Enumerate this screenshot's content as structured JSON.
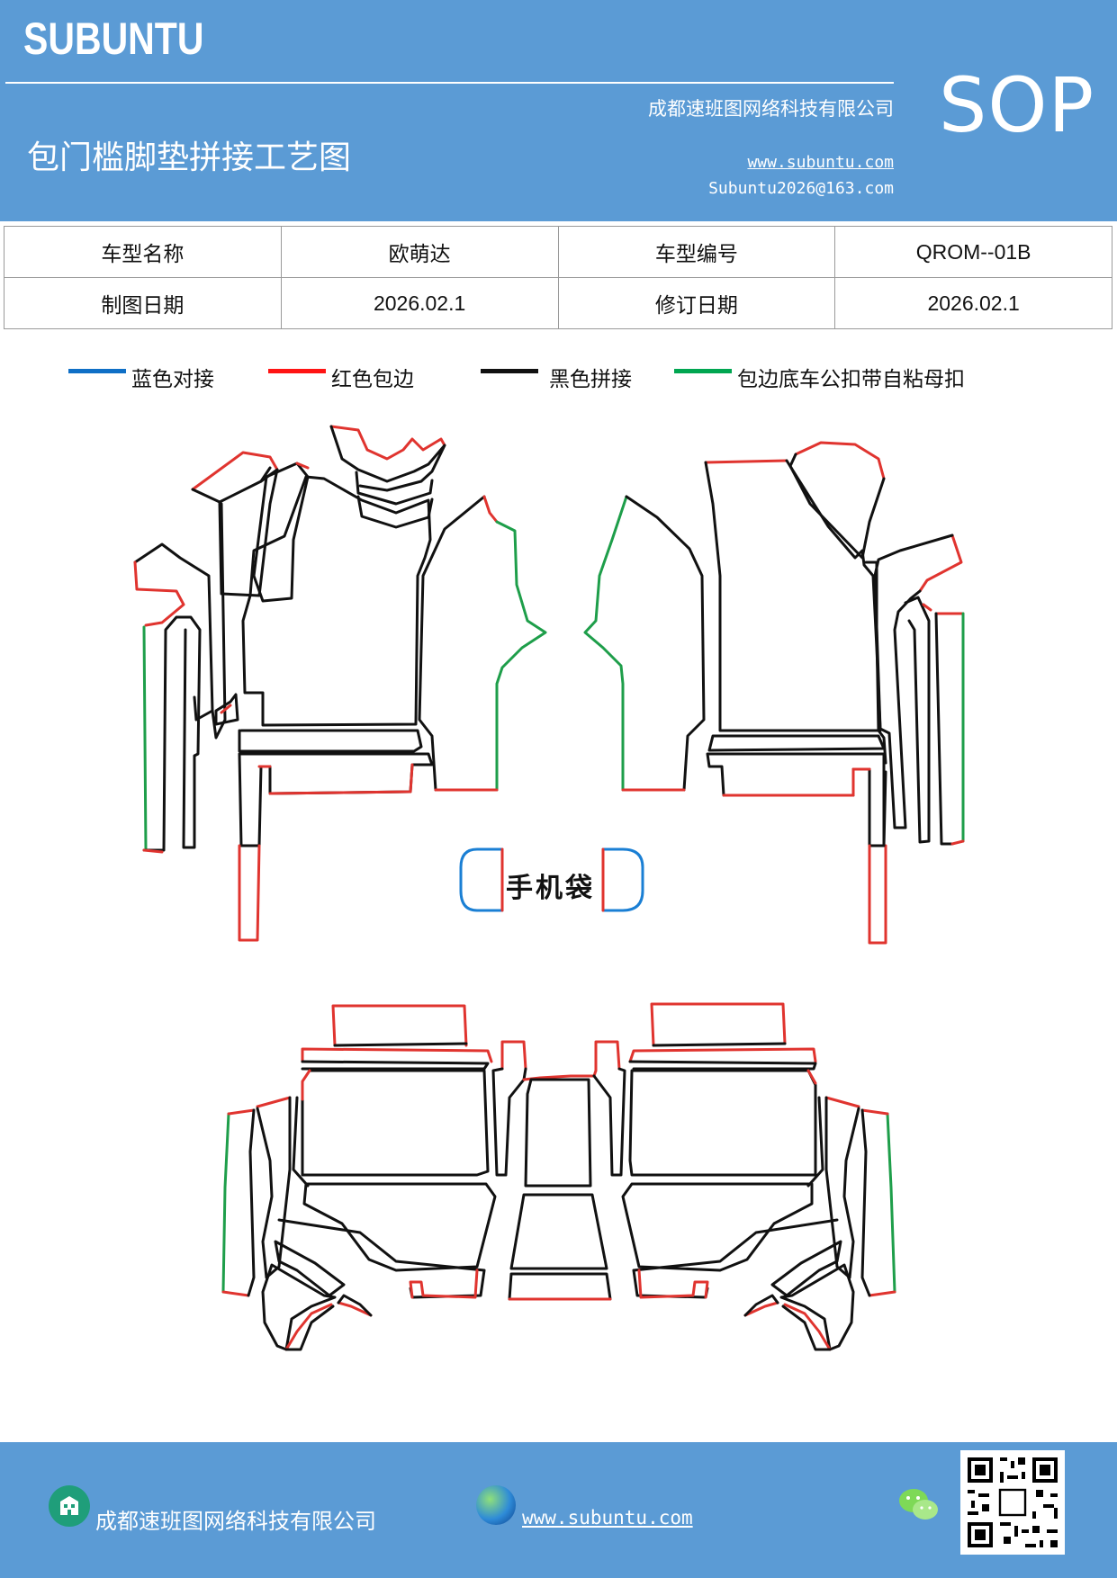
{
  "brand_color": "#5b9bd5",
  "header": {
    "logo": "SUBUNTU",
    "company": "成都速班图网络科技有限公司",
    "title": "包门槛脚垫拼接工艺图",
    "website": "www.subuntu.com",
    "email": "Subuntu2026@163.com",
    "sop": "SOP"
  },
  "info": {
    "row1": {
      "label1": "车型名称",
      "value1": "欧萌达",
      "label2": "车型编号",
      "value2": "QROM--01B"
    },
    "row2": {
      "label1": "制图日期",
      "value1": "2026.02.1",
      "label2": "修订日期",
      "value2": "2026.02.1"
    }
  },
  "legend": [
    {
      "label": "蓝色对接",
      "color": "#0f6fc6"
    },
    {
      "label": "红色包边",
      "color": "#ff1414"
    },
    {
      "label": "黑色拼接",
      "color": "#111111"
    },
    {
      "label": "包边底车公扣带自粘母扣",
      "color": "#00a651"
    }
  ],
  "line_colors": {
    "blue": "#1a7fd4",
    "red": "#e0342f",
    "black": "#111111",
    "green": "#1e9e4a"
  },
  "diagram": {
    "phone_label": "手机袋"
  },
  "footer": {
    "building_icon": "building-icon",
    "company": "成都速班图网络科技有限公司",
    "globe_icon": "globe-icon",
    "website": "www.subuntu.com",
    "wechat_icon": "wechat-icon",
    "qr_icon": "qr-code-icon"
  }
}
